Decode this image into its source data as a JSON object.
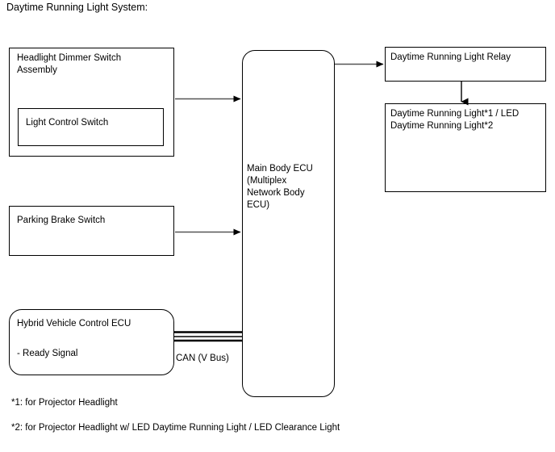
{
  "diagram": {
    "title": "Daytime Running Light System:",
    "nodes": {
      "headlight_dimmer": {
        "label": "Headlight Dimmer Switch\nAssembly"
      },
      "light_control_switch": {
        "label": "Light Control Switch"
      },
      "parking_brake_switch": {
        "label": "Parking Brake Switch"
      },
      "hybrid_vehicle_control_ecu": {
        "label": "Hybrid Vehicle Control ECU",
        "detail": "- Ready Signal"
      },
      "main_body_ecu": {
        "label": "Main Body ECU\n(Multiplex\nNetwork Body\nECU)"
      },
      "drl_relay": {
        "label": "Daytime Running Light Relay"
      },
      "drl_lamps": {
        "label": "Daytime Running Light*1 / LED\nDaytime Running Light*2"
      }
    },
    "connections": {
      "can_bus_label": "CAN (V Bus)"
    },
    "footnotes": [
      "*1: for Projector Headlight",
      "*2: for Projector Headlight w/ LED Daytime Running Light / LED Clearance Light"
    ],
    "colors": {
      "stroke": "#000000",
      "arrow_line": "#555555",
      "background": "#ffffff"
    }
  }
}
